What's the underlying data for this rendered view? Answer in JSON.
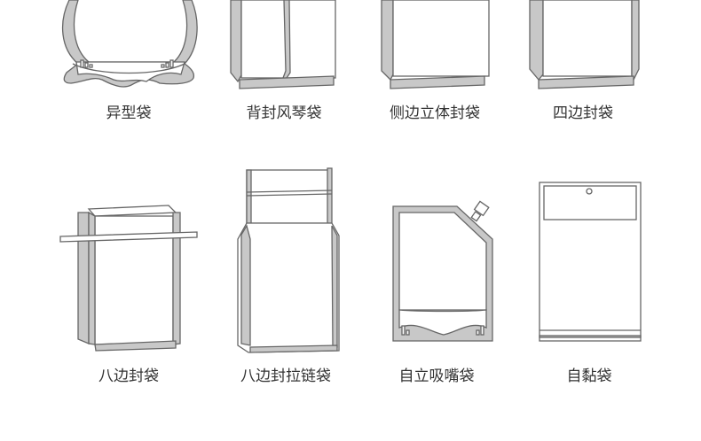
{
  "items": [
    {
      "label": "异型袋"
    },
    {
      "label": "背封风琴袋"
    },
    {
      "label": "侧边立体封袋"
    },
    {
      "label": "四边封袋"
    },
    {
      "label": "八边封袋"
    },
    {
      "label": "八边封拉链袋"
    },
    {
      "label": "自立吸嘴袋"
    },
    {
      "label": "自黏袋"
    }
  ]
}
